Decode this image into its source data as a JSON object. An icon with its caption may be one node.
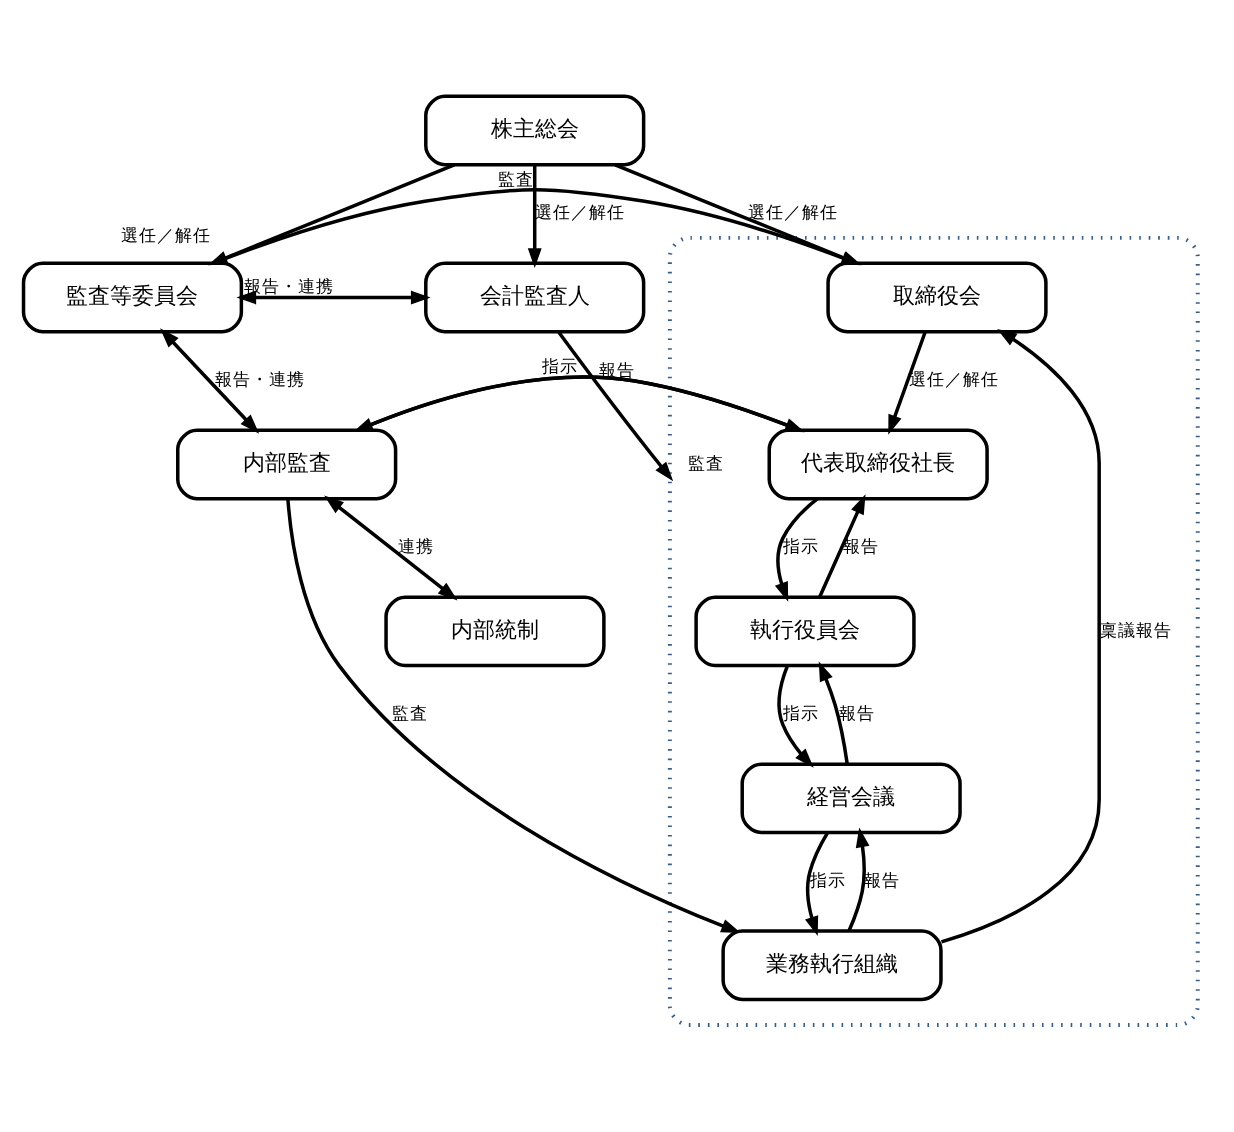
{
  "diagram": {
    "nodes": [
      {
        "text": [
          "株主総会"
        ]
      },
      {
        "text": [
          "監査等委員会"
        ]
      },
      {
        "text": [],
        "shape": "box"
      },
      {
        "text": [
          "取締役会"
        ],
        "in": 2
      },
      {
        "text": [
          "会計監査人"
        ]
      },
      {
        "text": [
          "内部監査"
        ]
      },
      {
        "text": [
          "代表取締役社長"
        ],
        "in": 2
      },
      {
        "text": [
          "内部統制"
        ]
      },
      {
        "text": [
          "執行役員会"
        ],
        "in": 2
      },
      {
        "text": [
          "経営会議"
        ],
        "in": 2
      },
      {
        "text": [
          "業務執行組織"
        ],
        "in": 2
      }
    ],
    "edges": [
      {
        "from": 0,
        "to": 1,
        "arrow": "to",
        "label": "選任／解任"
      },
      {
        "from": 0,
        "to": 3,
        "arrow": "to",
        "label": "選任／解任"
      },
      {
        "from": 0,
        "to": 4,
        "arrow": "to",
        "label": "選任／解任"
      },
      {
        "from": 1,
        "to": 4,
        "arrow": "both",
        "label": "報告・連携"
      },
      {
        "from": 1,
        "to": 3,
        "arrow": "to",
        "label": "監査"
      },
      {
        "from": 3,
        "to": 6,
        "arrow": "to",
        "label": "選任／解任"
      },
      {
        "from": 1,
        "to": 5,
        "arrow": "both",
        "label": "報告・連携"
      },
      {
        "from": 6,
        "to": 5,
        "arrow": "to",
        "label": "指示"
      },
      {
        "from": 5,
        "to": 6,
        "arrow": "to",
        "label": "報告"
      },
      {
        "from": 5,
        "to": 7,
        "arrow": "both",
        "label": "連携"
      },
      {
        "from": 6,
        "to": 8,
        "arrow": "to",
        "label": "指示"
      },
      {
        "from": 8,
        "to": 6,
        "arrow": "to",
        "label": "報告"
      },
      {
        "from": 8,
        "to": 9,
        "arrow": "to",
        "label": "指示"
      },
      {
        "from": 9,
        "to": 8,
        "arrow": "to",
        "label": "報告"
      },
      {
        "from": 9,
        "to": 10,
        "arrow": "to",
        "label": "指示"
      },
      {
        "from": 10,
        "to": 9,
        "arrow": "to",
        "label": "報告"
      },
      {
        "from": 5,
        "to": 10,
        "arrow": "to",
        "label": "監査"
      },
      {
        "from": 10,
        "to": 3,
        "arrow": "to",
        "label": "稟議報告"
      },
      {
        "from": 4,
        "to": 2,
        "arrow": "to",
        "label": "監査"
      }
    ]
  }
}
